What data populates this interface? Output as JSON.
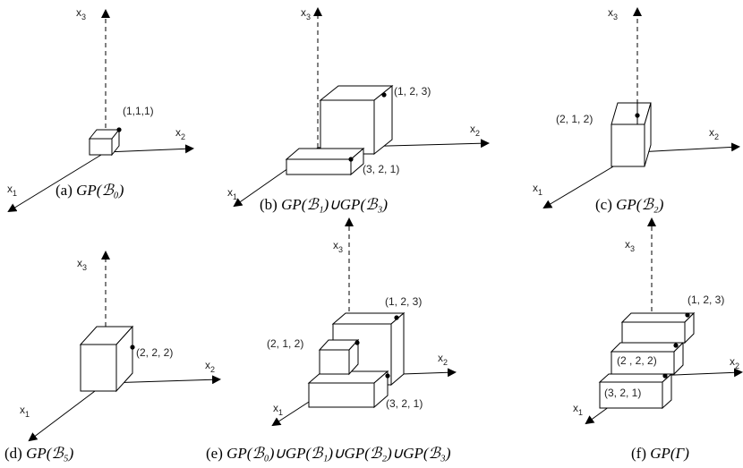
{
  "panels": [
    {
      "caption_prefix": "(a) ",
      "caption_math": "GP(ℬ₀)",
      "points": [
        "(1,1,1)"
      ]
    },
    {
      "caption_prefix": "(b) ",
      "caption_math": "GP(ℬ₁)∪GP(ℬ₃)",
      "points": [
        "(1, 2, 3)",
        "(3, 2, 1)"
      ]
    },
    {
      "caption_prefix": "(c) ",
      "caption_math": "GP(ℬ₂)",
      "points": [
        "(2, 1, 2)"
      ]
    },
    {
      "caption_prefix": "(d) ",
      "caption_math": "GP(ℬ₅)",
      "points": [
        "(2, 2, 2)"
      ]
    },
    {
      "caption_prefix": "(e) ",
      "caption_math": "GP(ℬ₀)∪GP(ℬ₁)∪GP(ℬ₂)∪GP(ℬ₃)",
      "points": [
        "(1, 2, 3)",
        "(2, 1, 2)",
        "(3, 2, 1)"
      ]
    },
    {
      "caption_prefix": "(f) ",
      "caption_math": "GP(Γ)",
      "points": [
        "(1, 2, 3)",
        "(2 , 2, 2)",
        "(3, 2, 1)"
      ]
    }
  ],
  "axes": {
    "x1": "x",
    "x1_sub": "1",
    "x2": "x",
    "x2_sub": "2",
    "x3": "x",
    "x3_sub": "3"
  }
}
